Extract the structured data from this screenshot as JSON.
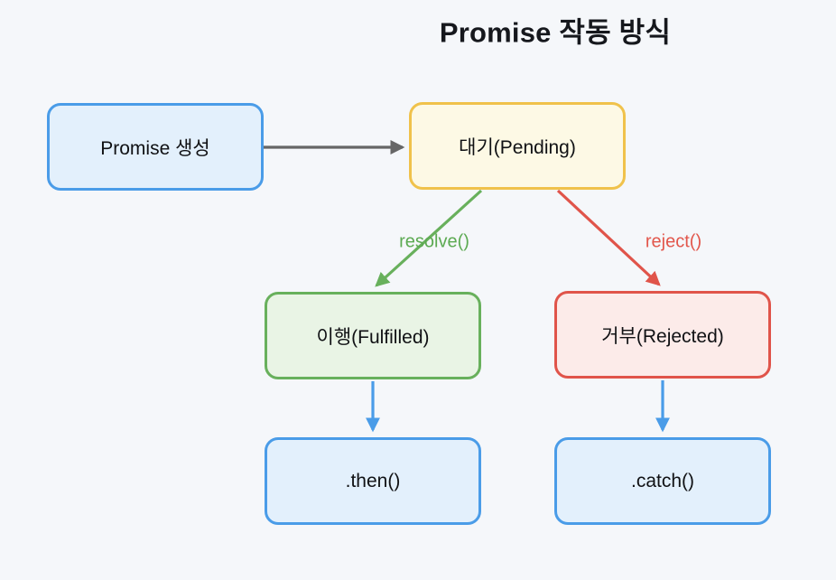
{
  "title": "Promise 작동 방식",
  "colors": {
    "background": "#f5f7fa",
    "blue_border": "#4a9ce8",
    "blue_fill": "#e3f0fc",
    "blue_arrow": "#4a9ce8",
    "yellow_border": "#f0c24b",
    "yellow_fill": "#fdf9e5",
    "green_border": "#68b05c",
    "green_fill": "#e9f4e5",
    "green_text": "#5caa52",
    "red_border": "#e0544a",
    "red_fill": "#fcebe9",
    "red_text": "#e2574c",
    "gray_arrow": "#666666"
  },
  "nodes": [
    {
      "id": "create",
      "label": "Promise 생성",
      "style": "blue"
    },
    {
      "id": "pending",
      "label": "대기(Pending)",
      "style": "yellow"
    },
    {
      "id": "fulfilled",
      "label": "이행(Fulfilled)",
      "style": "green"
    },
    {
      "id": "rejected",
      "label": "거부(Rejected)",
      "style": "red"
    },
    {
      "id": "then",
      "label": ".then()",
      "style": "blue"
    },
    {
      "id": "catch",
      "label": ".catch()",
      "style": "blue"
    }
  ],
  "edges": [
    {
      "from": "create",
      "to": "pending",
      "label": "",
      "color": "gray"
    },
    {
      "from": "pending",
      "to": "fulfilled",
      "label": "resolve()",
      "color": "green"
    },
    {
      "from": "pending",
      "to": "rejected",
      "label": "reject()",
      "color": "red"
    },
    {
      "from": "fulfilled",
      "to": "then",
      "label": "",
      "color": "blue"
    },
    {
      "from": "rejected",
      "to": "catch",
      "label": "",
      "color": "blue"
    }
  ]
}
